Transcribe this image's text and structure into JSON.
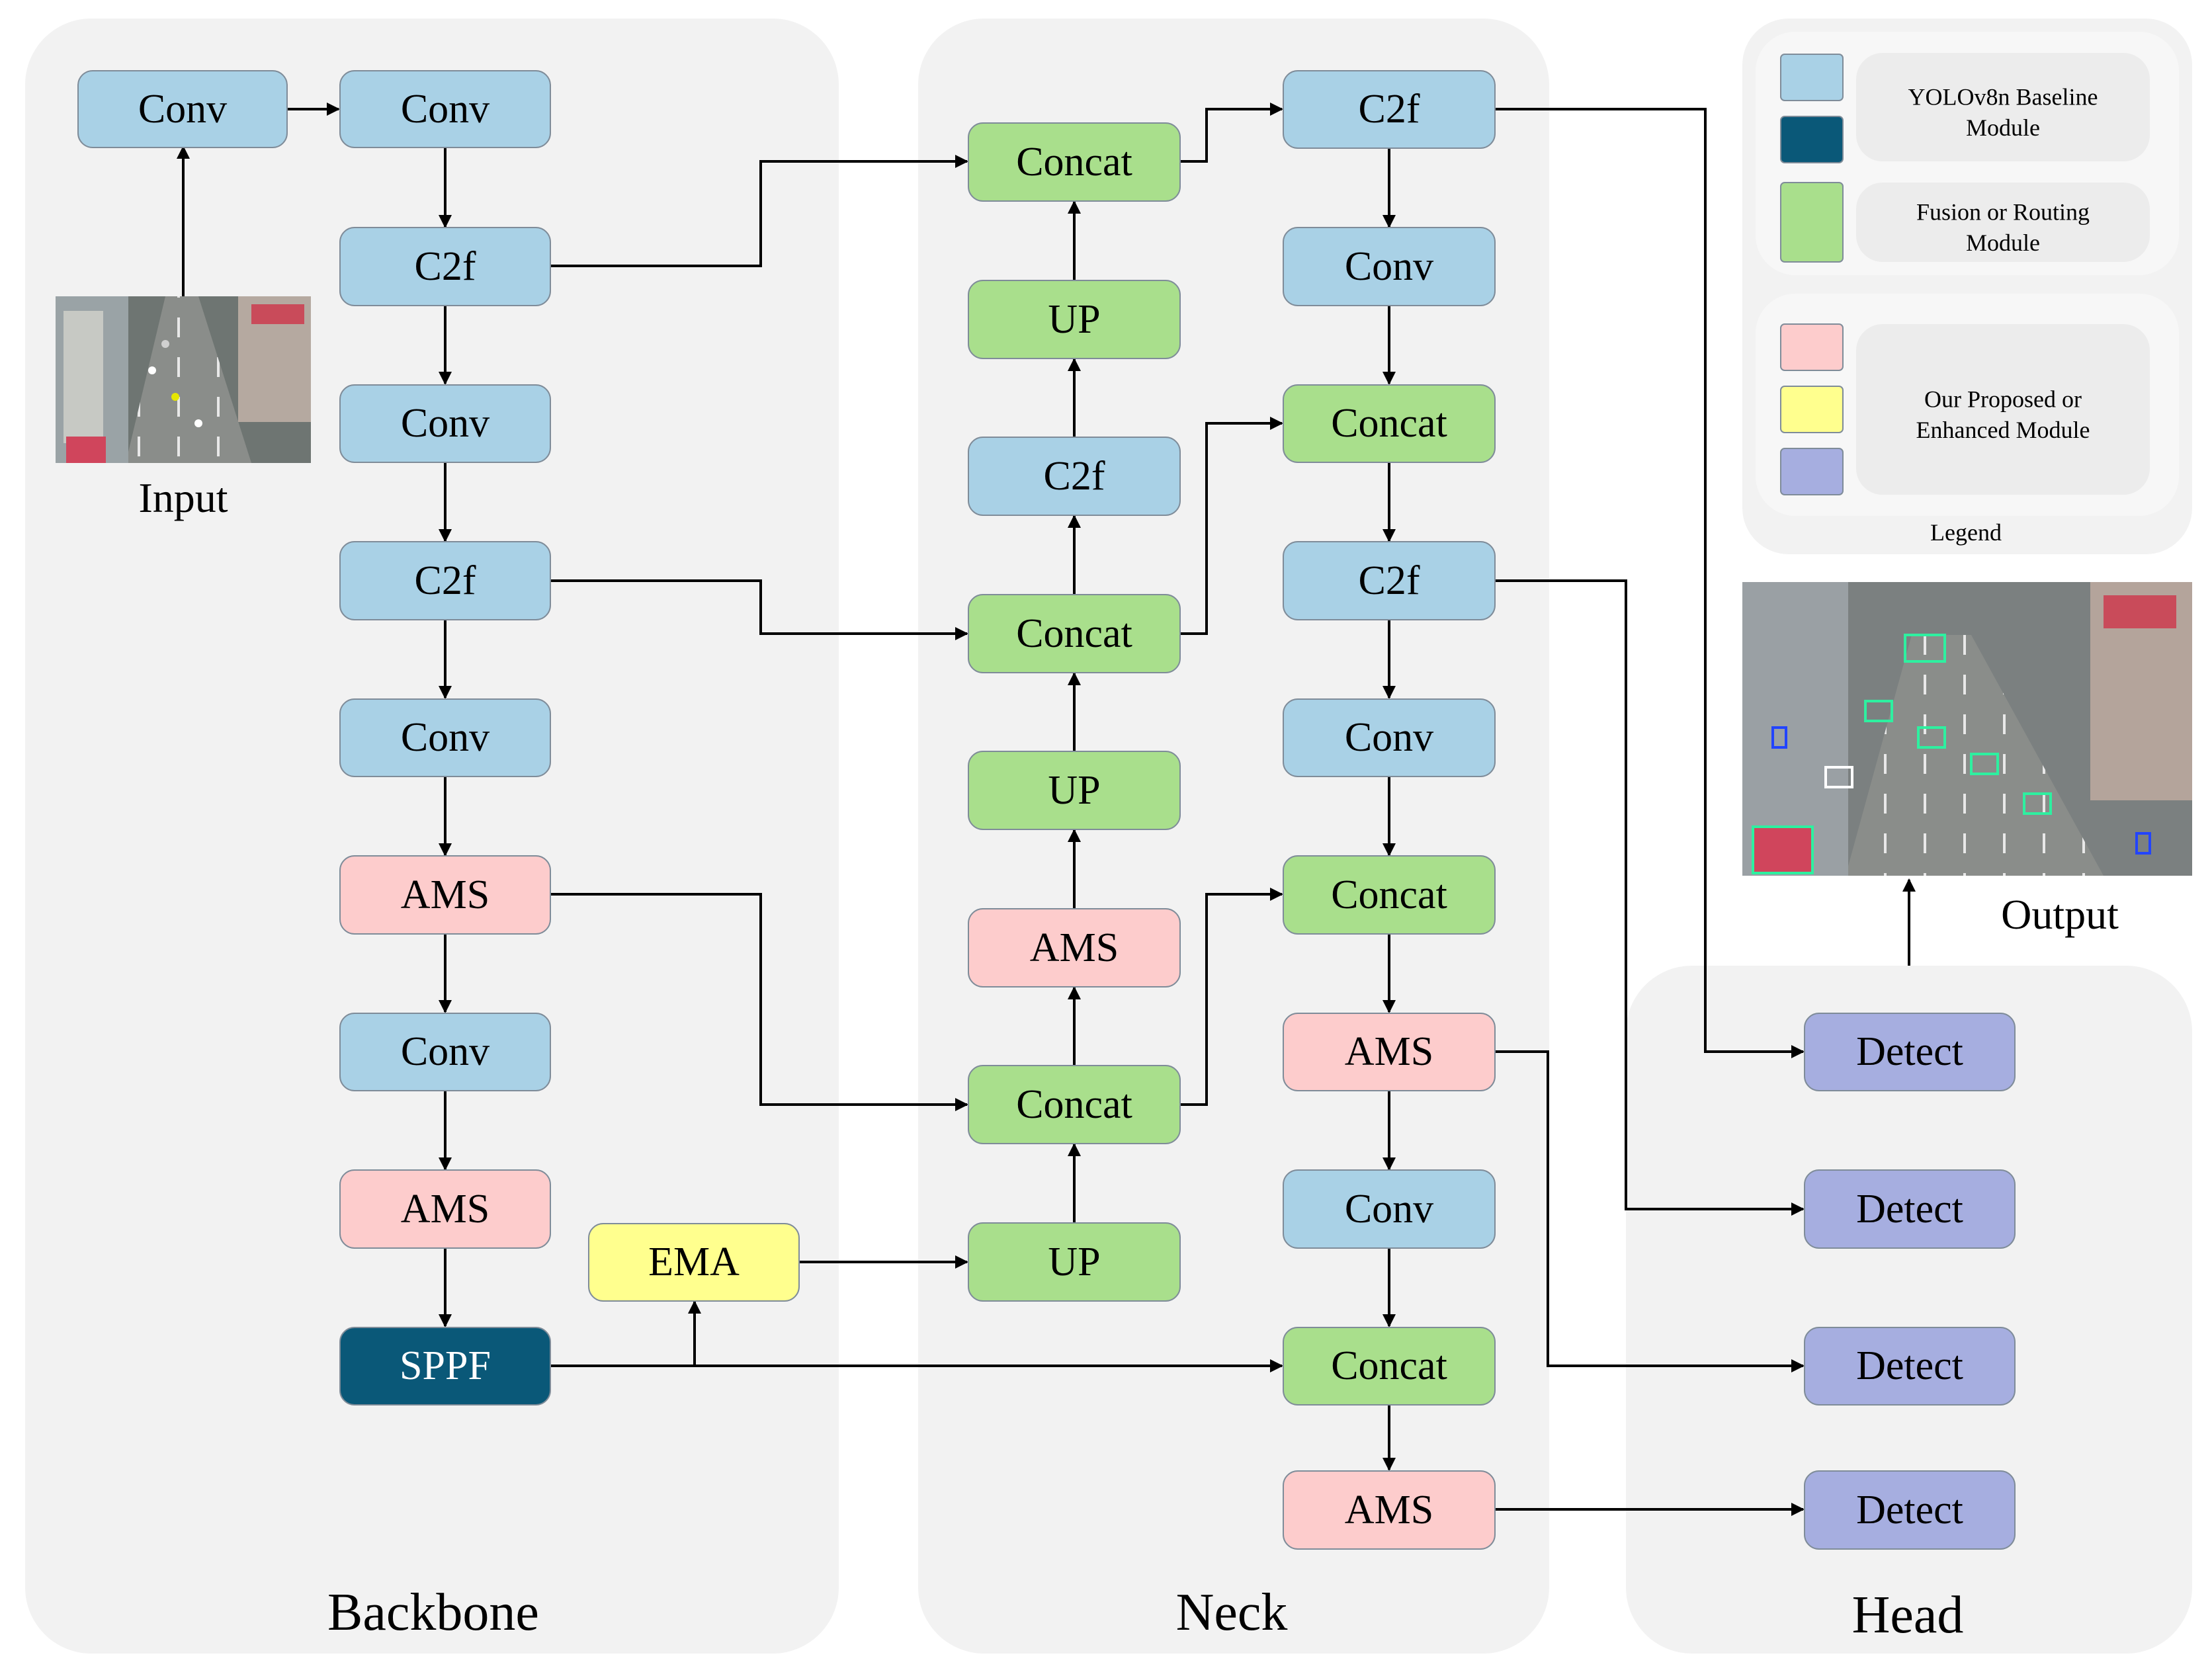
{
  "colors": {
    "baseline": "#a9d1e6",
    "baseline_dark": "#0a5878",
    "fusion": "#a9df8c",
    "ams": "#fdcccc",
    "ema": "#ffff8e",
    "detect": "#a6aee0"
  },
  "sections": {
    "backbone": "Backbone",
    "neck": "Neck",
    "head": "Head"
  },
  "io": {
    "input": "Input",
    "output": "Output"
  },
  "legend": {
    "title": "Legend",
    "baseline": "YOLOv8n Baseline Module",
    "fusion": "Fusion or Routing Module",
    "proposed": "Our Proposed or Enhanced Module"
  },
  "images": {
    "input": "aerial-road-traffic-photo",
    "output": "aerial-road-traffic-detections-photo"
  },
  "nodes": {
    "b_conv0": {
      "label": "Conv",
      "kind": "baseline"
    },
    "b_conv1": {
      "label": "Conv",
      "kind": "baseline"
    },
    "b_c2f1": {
      "label": "C2f",
      "kind": "baseline"
    },
    "b_conv2": {
      "label": "Conv",
      "kind": "baseline"
    },
    "b_c2f2": {
      "label": "C2f",
      "kind": "baseline"
    },
    "b_conv3": {
      "label": "Conv",
      "kind": "baseline"
    },
    "b_ams1": {
      "label": "AMS",
      "kind": "ams"
    },
    "b_conv4": {
      "label": "Conv",
      "kind": "baseline"
    },
    "b_ams2": {
      "label": "AMS",
      "kind": "ams"
    },
    "b_sppf": {
      "label": "SPPF",
      "kind": "baseline_dark"
    },
    "ema": {
      "label": "EMA",
      "kind": "ema"
    },
    "n_concat1": {
      "label": "Concat",
      "kind": "fusion"
    },
    "n_up1": {
      "label": "UP",
      "kind": "fusion"
    },
    "n_c2f1": {
      "label": "C2f",
      "kind": "baseline"
    },
    "n_concat2": {
      "label": "Concat",
      "kind": "fusion"
    },
    "n_up2": {
      "label": "UP",
      "kind": "fusion"
    },
    "n_ams1": {
      "label": "AMS",
      "kind": "ams"
    },
    "n_concat3": {
      "label": "Concat",
      "kind": "fusion"
    },
    "n_up3": {
      "label": "UP",
      "kind": "fusion"
    },
    "r_c2f1": {
      "label": "C2f",
      "kind": "baseline"
    },
    "r_conv1": {
      "label": "Conv",
      "kind": "baseline"
    },
    "r_concat1": {
      "label": "Concat",
      "kind": "fusion"
    },
    "r_c2f2": {
      "label": "C2f",
      "kind": "baseline"
    },
    "r_conv2": {
      "label": "Conv",
      "kind": "baseline"
    },
    "r_concat2": {
      "label": "Concat",
      "kind": "fusion"
    },
    "r_ams1": {
      "label": "AMS",
      "kind": "ams"
    },
    "r_conv3": {
      "label": "Conv",
      "kind": "baseline"
    },
    "r_concat3": {
      "label": "Concat",
      "kind": "fusion"
    },
    "r_ams2": {
      "label": "AMS",
      "kind": "ams"
    },
    "d1": {
      "label": "Detect",
      "kind": "detect"
    },
    "d2": {
      "label": "Detect",
      "kind": "detect"
    },
    "d3": {
      "label": "Detect",
      "kind": "detect"
    },
    "d4": {
      "label": "Detect",
      "kind": "detect"
    }
  }
}
